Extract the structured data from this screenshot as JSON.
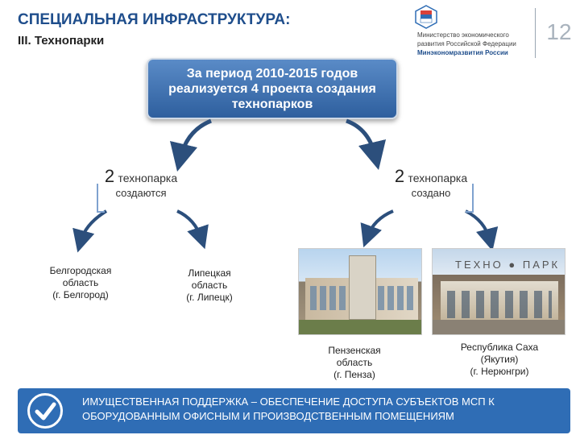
{
  "header": {
    "title": "СПЕЦИАЛЬНАЯ ИНФРАСТРУКТУРА:",
    "subtitle": "III. Технопарки"
  },
  "ministry": {
    "line1": "Министерство экономического",
    "line2": "развития Российской Федерации",
    "line3": "Минэкономразвития России"
  },
  "page_number": "12",
  "summary_box": "За период 2010-2015 годов реализуется 4 проекта создания технопарков",
  "groups": {
    "left": {
      "count": "2",
      "label": "технопарка",
      "status": "создаются"
    },
    "right": {
      "count": "2",
      "label": "технопарка",
      "status": "создано"
    }
  },
  "regions": {
    "belgorod": [
      "Белгородская",
      "область",
      "(г. Белгород)"
    ],
    "lipetsk": [
      "Липецкая",
      "область",
      "(г. Липецк)"
    ],
    "penza": [
      "Пензенская",
      "область",
      "(г. Пенза)"
    ],
    "saha": [
      "Республика Саха",
      "(Якутия)",
      "(г. Нерюнгри)"
    ]
  },
  "photos": {
    "saha_sign": "ТЕХНО ● ПАРК"
  },
  "footer": {
    "line1": "ИМУЩЕСТВЕННАЯ ПОДДЕРЖКА – ОБЕСПЕЧЕНИЕ ДОСТУПА СУБЪЕКТОВ МСП К",
    "line2": "ОБОРУДОВАННЫМ ОФИСНЫМ И ПРОИЗВОДСТВЕННЫМ ПОМЕЩЕНИЯМ"
  },
  "colors": {
    "title": "#1f4e8c",
    "box": "#3d72b4",
    "arrow": "#2c4f7c",
    "footer": "#2f6db5"
  }
}
